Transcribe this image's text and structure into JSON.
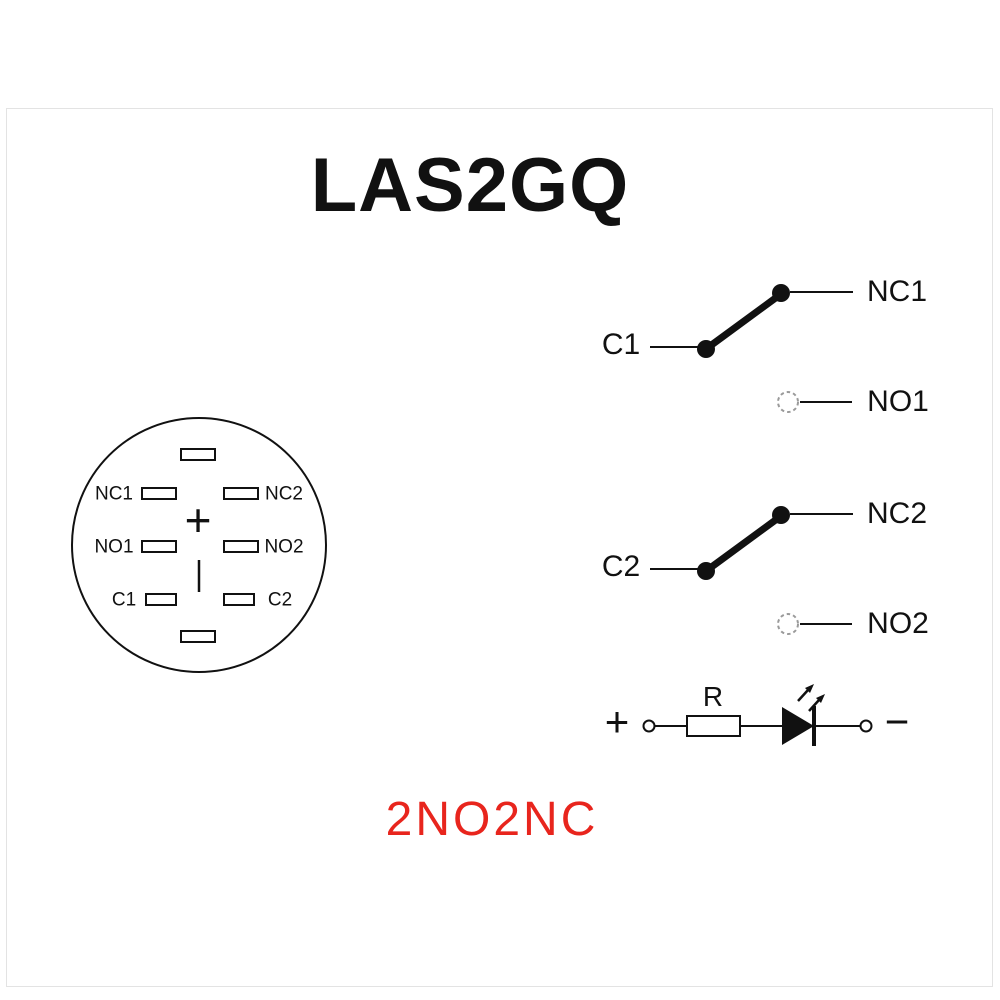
{
  "colors": {
    "ink": "#111111",
    "accent_red": "#e8251d",
    "no_contact_gray": "#9a9a9a"
  },
  "header": {
    "title": "LAS2GQ"
  },
  "footer": {
    "configuration_code": "2NO2NC"
  },
  "connector_pinout": {
    "left_pins": [
      "NC1",
      "NO1",
      "C1"
    ],
    "right_pins": [
      "NC2",
      "NO2",
      "C2"
    ],
    "led_plus_mark": "+"
  },
  "switch_1": {
    "common": "C1",
    "normally_closed": "NC1",
    "normally_open": "NO1"
  },
  "switch_2": {
    "common": "C2",
    "normally_closed": "NC2",
    "normally_open": "NO2"
  },
  "led_circuit": {
    "plus": "+",
    "resistor_label": "R",
    "minus": "−"
  }
}
